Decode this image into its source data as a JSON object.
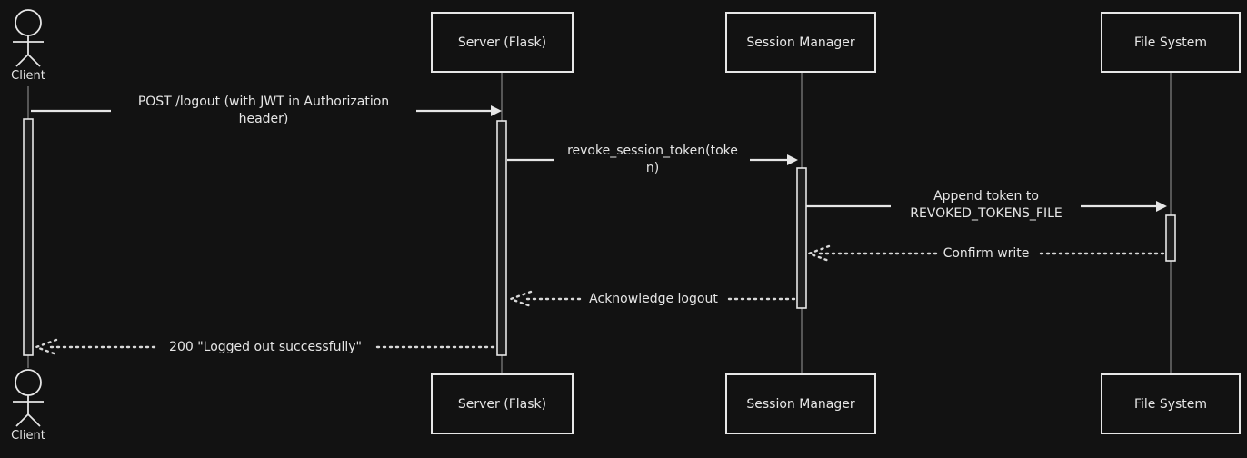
{
  "actor": {
    "label": "Client"
  },
  "participants": [
    {
      "id": "server",
      "label": "Server (Flask)"
    },
    {
      "id": "session",
      "label": "Session Manager"
    },
    {
      "id": "fs",
      "label": "File System"
    }
  ],
  "messages": [
    {
      "from": "Client",
      "to": "Server (Flask)",
      "kind": "request",
      "lines": [
        "POST /logout (with JWT in Authorization",
        "header)"
      ]
    },
    {
      "from": "Server (Flask)",
      "to": "Session Manager",
      "kind": "request",
      "lines": [
        "revoke_session_token(toke",
        "n)"
      ]
    },
    {
      "from": "Session Manager",
      "to": "File System",
      "kind": "request",
      "lines": [
        "Append token to",
        "REVOKED_TOKENS_FILE"
      ]
    },
    {
      "from": "File System",
      "to": "Session Manager",
      "kind": "response",
      "lines": [
        "Confirm write"
      ]
    },
    {
      "from": "Session Manager",
      "to": "Server (Flask)",
      "kind": "response",
      "lines": [
        "Acknowledge logout"
      ]
    },
    {
      "from": "Server (Flask)",
      "to": "Client",
      "kind": "response",
      "lines": [
        "200 \"Logged out successfully\""
      ]
    }
  ],
  "colors": {
    "background": "#121212",
    "foreground": "#e6e6e6",
    "lifeline": "#9a9a9a"
  }
}
